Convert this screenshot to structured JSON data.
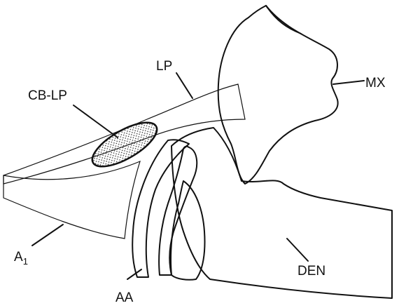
{
  "figure": {
    "labels": {
      "cb_lp": "CB-LP",
      "lp": "LP",
      "mx": "MX",
      "a1": "A",
      "a1_sub": "1",
      "aa": "AA",
      "den": "DEN"
    }
  }
}
